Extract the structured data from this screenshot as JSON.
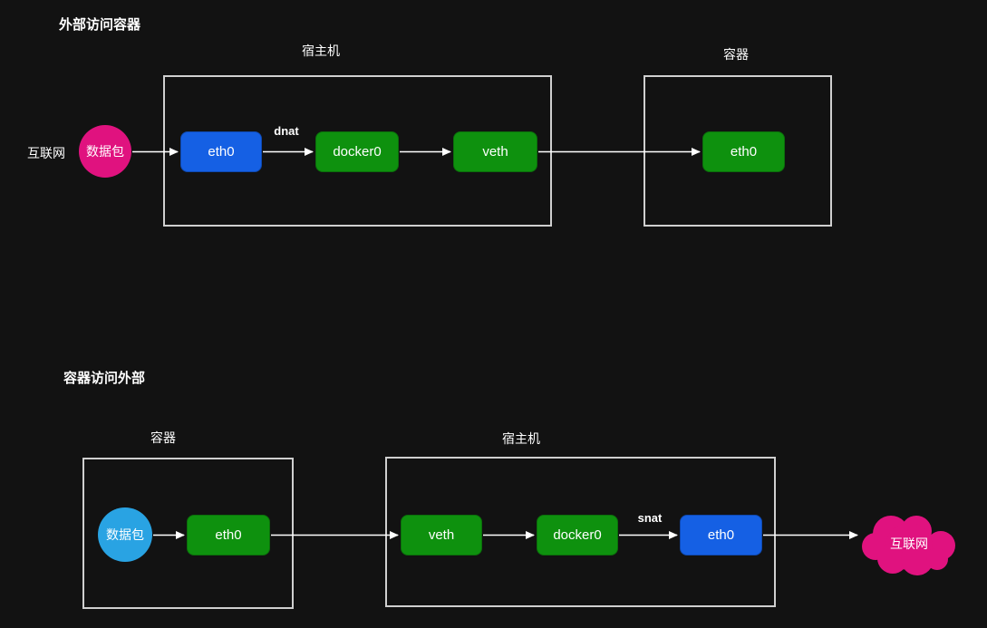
{
  "colors": {
    "background": "#121212",
    "node_green": "#0e910e",
    "node_blue": "#1560e4",
    "packet_pink": "#e0127f",
    "packet_blue": "#29a3e3",
    "cloud_pink": "#e0127f",
    "arrow_white": "#ffffff",
    "box_border": "#cfcfcf",
    "text": "#ffffff"
  },
  "diagram": {
    "top": {
      "title": "外部访问容器",
      "internet_label": "互联网",
      "packet_label": "数据包",
      "host_label": "宿主机",
      "container_label": "容器",
      "nat_label": "dnat",
      "host_nodes": {
        "eth0": "eth0",
        "docker0": "docker0",
        "veth": "veth"
      },
      "container_node": "eth0"
    },
    "bottom": {
      "title": "容器访问外部",
      "container_label": "容器",
      "packet_label": "数据包",
      "container_node": "eth0",
      "host_label": "宿主机",
      "host_nodes": {
        "veth": "veth",
        "docker0": "docker0",
        "eth0": "eth0"
      },
      "nat_label": "snat",
      "internet_label": "互联网"
    }
  }
}
